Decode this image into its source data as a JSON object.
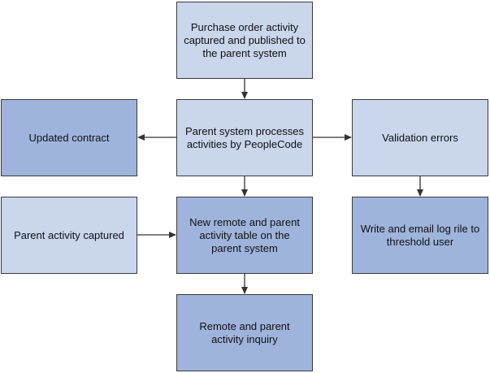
{
  "boxes": {
    "purchase_order": "Purchase order activity captured and published to the parent system",
    "parent_process": "Parent system processes activities by PeopleCode",
    "updated_contract": "Updated contract",
    "validation_errors": "Validation errors",
    "parent_captured": "Parent activity captured",
    "new_remote": "New remote and parent activity table on the parent system",
    "write_email": "Write and email log rile to threshold user",
    "inquiry": "Remote and parent activity inquiry"
  },
  "colors": {
    "box_light": "#c9d6ec",
    "box_dark": "#9fb4dc",
    "border": "#3a3a3a",
    "arrow": "#333333"
  }
}
